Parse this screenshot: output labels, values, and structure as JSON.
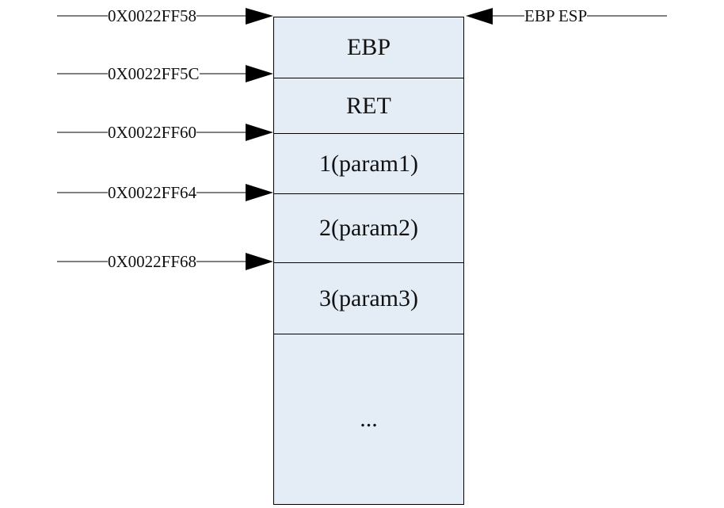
{
  "stack": {
    "cells": [
      {
        "label": "EBP"
      },
      {
        "label": "RET"
      },
      {
        "label": "1(param1)"
      },
      {
        "label": "2(param2)"
      },
      {
        "label": "3(param3)"
      },
      {
        "label": "..."
      }
    ]
  },
  "addresses": [
    "0X0022FF58",
    "0X0022FF5C",
    "0X0022FF60",
    "0X0022FF64",
    "0X0022FF68"
  ],
  "pointer": {
    "label": "EBP ESP"
  },
  "colors": {
    "cell_fill": "#e4ecf6",
    "line": "#000000"
  }
}
